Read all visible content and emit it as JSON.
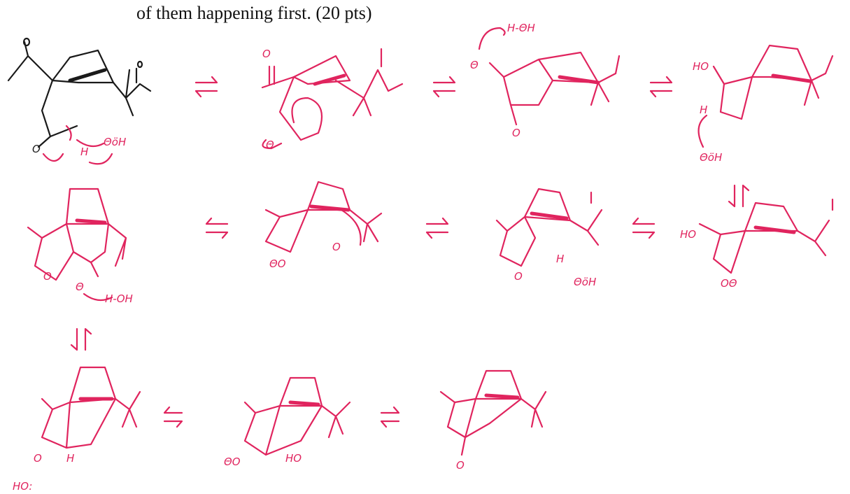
{
  "header": {
    "text": "of them happening first. (20 pts)"
  },
  "colors": {
    "ink": "#1a1a1a",
    "annotation": "#e0245e",
    "background": "#ffffff"
  },
  "labels": {
    "oh_minus": "ΘöH",
    "hydroxide_dots": "ΘöH",
    "h_minus_oh": "H-OH",
    "h_oh_top": "H-ΘH",
    "ho": "HO",
    "h": "H",
    "o": "O",
    "o_minus": "ΘO",
    "ho_colon": "HO:",
    "hho": "H",
    "o_anion": "Θ",
    "oh_anion_right": "OΘ"
  },
  "arrow_glyph": "⇌"
}
